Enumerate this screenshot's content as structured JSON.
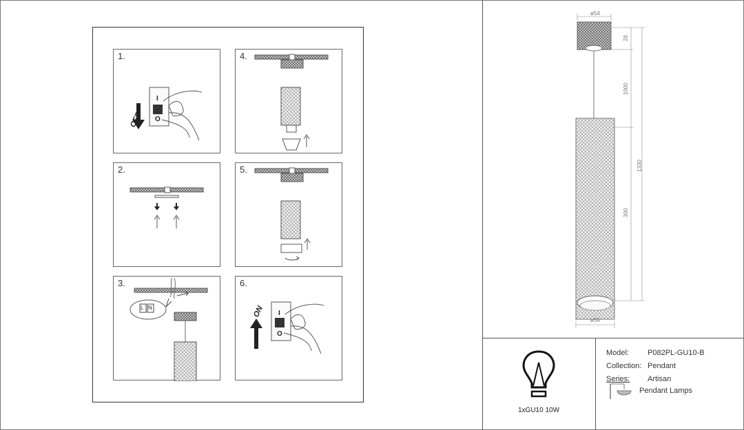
{
  "steps": [
    {
      "num": "1.",
      "switch_label": "OFF",
      "switch_top": "I",
      "switch_bottom": "O"
    },
    {
      "num": "2."
    },
    {
      "num": "3.",
      "terminal_a": "L",
      "terminal_b": "N"
    },
    {
      "num": "4."
    },
    {
      "num": "5."
    },
    {
      "num": "6.",
      "switch_label": "ON",
      "switch_top": "I",
      "switch_bottom": "O"
    }
  ],
  "drawing": {
    "top_width": "ø54",
    "bottom_width": "ø54",
    "dims": [
      "28",
      "1000",
      "1330",
      "300"
    ]
  },
  "bulb": {
    "caption": "1xGU10 10W",
    "icon": "light-bulb-icon"
  },
  "specs": {
    "model_label": "Model:",
    "model_value": "P082PL-GU10-B",
    "collection_label": "Collection:",
    "collection_value": "Pendant",
    "series_label": "Series:",
    "series_value": "Artisan",
    "category_value": "Pendant Lamps",
    "category_icon": "pendant-lamp-icon"
  }
}
